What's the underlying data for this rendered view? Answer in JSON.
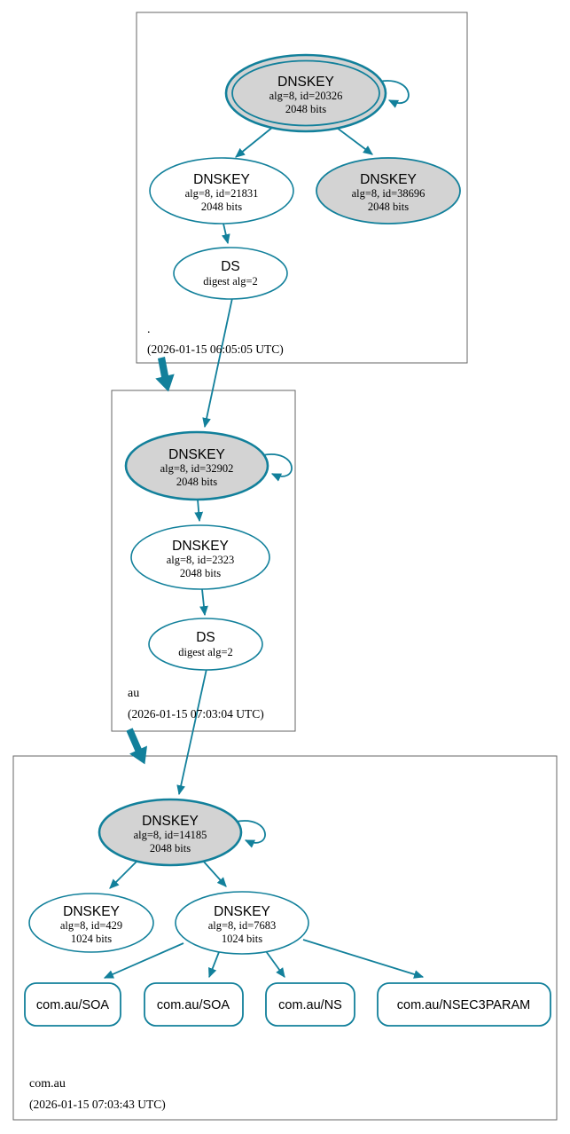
{
  "colors": {
    "teal": "#12809B",
    "node_fill": "#D3D3D3",
    "box_border": "#666666",
    "text": "#000000"
  },
  "zones": {
    "root": {
      "label": ".",
      "timestamp": "(2026-01-15 06:05:05 UTC)"
    },
    "au": {
      "label": "au",
      "timestamp": "(2026-01-15 07:03:04 UTC)"
    },
    "com_au": {
      "label": "com.au",
      "timestamp": "(2026-01-15 07:03:43 UTC)"
    }
  },
  "nodes": {
    "root_ksk": {
      "type": "DNSKEY",
      "detail": "alg=8, id=20326",
      "bits": "2048 bits"
    },
    "root_zsk": {
      "type": "DNSKEY",
      "detail": "alg=8, id=21831",
      "bits": "2048 bits"
    },
    "root_key2": {
      "type": "DNSKEY",
      "detail": "alg=8, id=38696",
      "bits": "2048 bits"
    },
    "root_ds": {
      "type": "DS",
      "detail": "digest alg=2"
    },
    "au_ksk": {
      "type": "DNSKEY",
      "detail": "alg=8, id=32902",
      "bits": "2048 bits"
    },
    "au_zsk": {
      "type": "DNSKEY",
      "detail": "alg=8, id=2323",
      "bits": "2048 bits"
    },
    "au_ds": {
      "type": "DS",
      "detail": "digest alg=2"
    },
    "comau_ksk": {
      "type": "DNSKEY",
      "detail": "alg=8, id=14185",
      "bits": "2048 bits"
    },
    "comau_zsk1": {
      "type": "DNSKEY",
      "detail": "alg=8, id=429",
      "bits": "1024 bits"
    },
    "comau_zsk2": {
      "type": "DNSKEY",
      "detail": "alg=8, id=7683",
      "bits": "1024 bits"
    },
    "rrset_soa1": {
      "label": "com.au/SOA"
    },
    "rrset_soa2": {
      "label": "com.au/SOA"
    },
    "rrset_ns": {
      "label": "com.au/NS"
    },
    "rrset_nsec3param": {
      "label": "com.au/NSEC3PARAM"
    }
  }
}
